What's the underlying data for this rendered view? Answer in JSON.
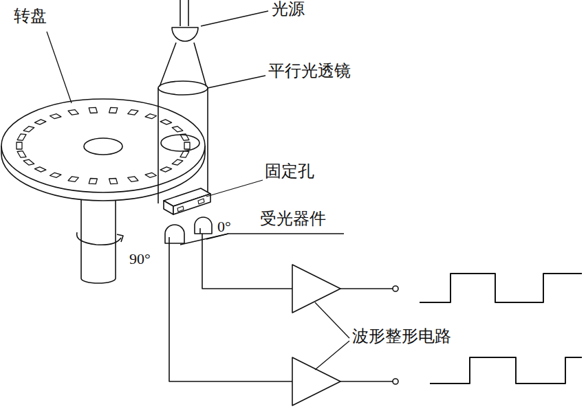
{
  "diagram": {
    "labels": [
      "光源",
      "转盘",
      "平行光透镜",
      "固定孔",
      "受光器件",
      "0°",
      "90°",
      "波形整形电路"
    ]
  }
}
